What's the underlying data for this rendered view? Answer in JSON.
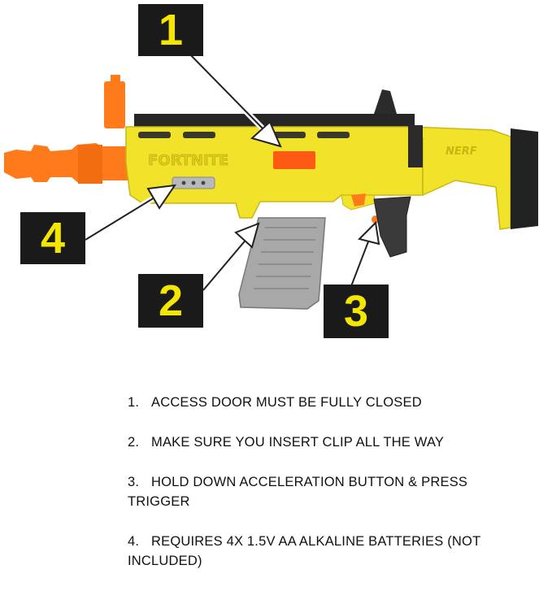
{
  "callouts": {
    "c1": "1",
    "c2": "2",
    "c3": "3",
    "c4": "4"
  },
  "steps": [
    {
      "num": "1.",
      "text": "ACCESS DOOR MUST BE FULLY CLOSED"
    },
    {
      "num": "2.",
      "text": "MAKE SURE YOU INSERT CLIP ALL THE WAY"
    },
    {
      "num": "3.",
      "text": "HOLD DOWN ACCELERATION BUTTON & PRESS TRIGGER"
    },
    {
      "num": "4.",
      "text": "REQUIRES 4X 1.5V AA ALKALINE BATTERIES (NOT INCLUDED)"
    }
  ],
  "blaster": {
    "brand_text": "FORTNITE",
    "logo_text": "NERF"
  },
  "colors": {
    "body_yellow": "#f1e22a",
    "accent_orange": "#ff7a1a",
    "dark_grey": "#2b2b2b",
    "mag_grey": "#a8a8a8",
    "callout_bg": "#1a1a1a",
    "callout_text": "#f3e600"
  }
}
